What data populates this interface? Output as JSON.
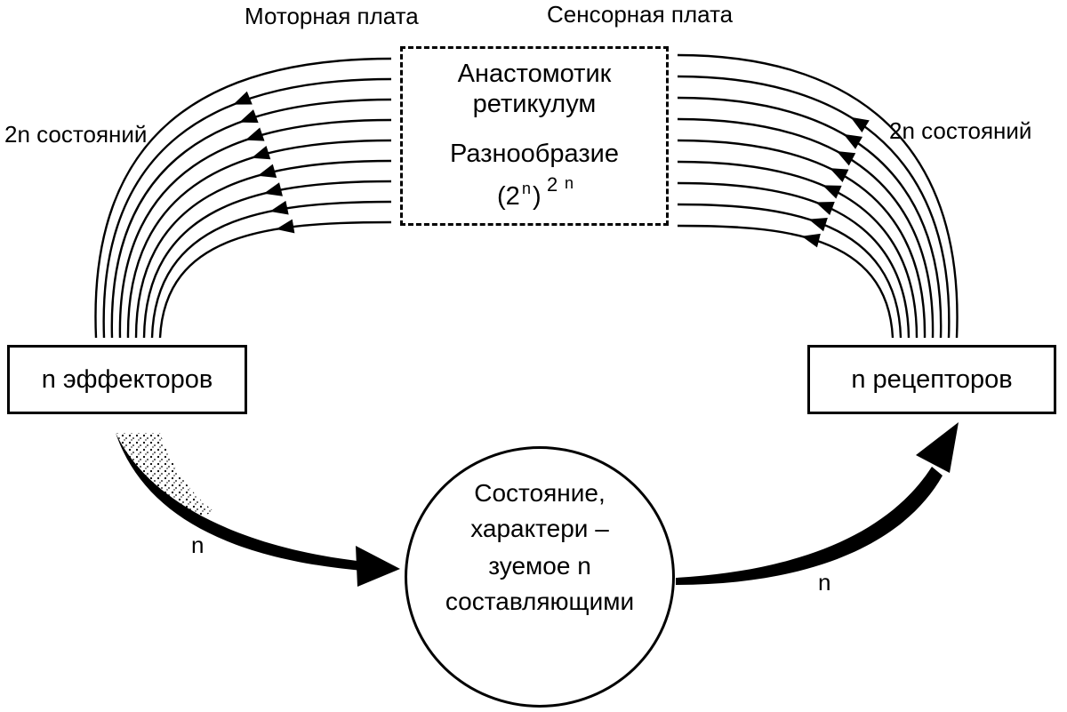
{
  "labels": {
    "motor_plate": "Моторная плата",
    "sensor_plate": "Сенсорная плата",
    "states_left": "2n состояний",
    "states_right": "2n состояний",
    "n_left": "n",
    "n_right": "n"
  },
  "center": {
    "line1": "Анастомотик",
    "line2": "ретикулум",
    "line3": "Разнообразие",
    "formula_base": "(2",
    "formula_exp_inner": "n",
    "formula_close": ")",
    "formula_exp_outer": "2",
    "formula_exp_sup": "n"
  },
  "effectors": {
    "label": "n   эффекторов"
  },
  "receptors": {
    "label": "n   рецепторов"
  },
  "state": {
    "line1": "Состояние,",
    "line2": "характери –",
    "line3": "зуемое n",
    "line4": "составляющими"
  }
}
